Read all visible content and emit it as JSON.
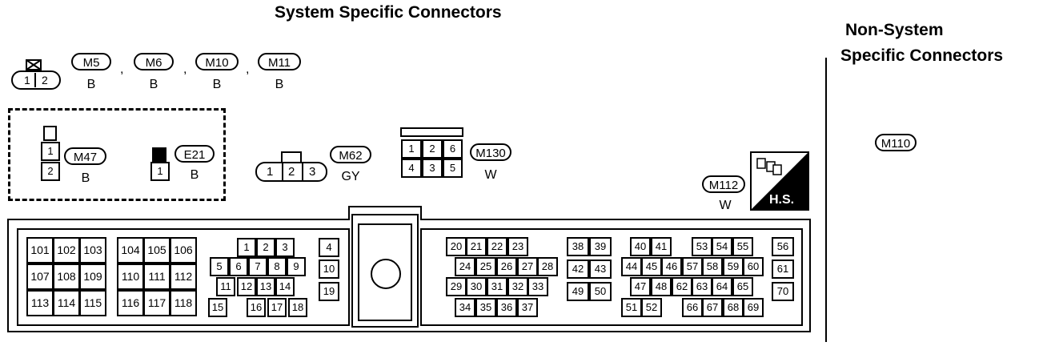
{
  "titles": {
    "system": "System Specific Connectors",
    "non_system_line1": "Non-System",
    "non_system_line2": "Specific Connectors"
  },
  "top_connector_pins": [
    "1",
    "2"
  ],
  "top_row": [
    {
      "id": "M5",
      "color": "B"
    },
    {
      "id": "M6",
      "color": "B"
    },
    {
      "id": "M10",
      "color": "B"
    },
    {
      "id": "M11",
      "color": "B"
    }
  ],
  "separator": ",",
  "m47": {
    "id": "M47",
    "color": "B",
    "pins": [
      "1",
      "2"
    ]
  },
  "e21": {
    "id": "E21",
    "color": "B",
    "pins": [
      "1"
    ]
  },
  "m62": {
    "id": "M62",
    "color": "GY",
    "pins": [
      "1",
      "2",
      "3"
    ]
  },
  "m130": {
    "id": "M130",
    "color": "W",
    "pins": [
      "1",
      "2",
      "6",
      "4",
      "3",
      "5"
    ]
  },
  "m112": {
    "id": "M112",
    "color": "W"
  },
  "hs_label": "H.S.",
  "m110": {
    "id": "M110"
  },
  "ecm_pins": {
    "blockA": [
      "101",
      "102",
      "103",
      "107",
      "108",
      "109",
      "113",
      "114",
      "115"
    ],
    "blockB": [
      "104",
      "105",
      "106",
      "110",
      "111",
      "112",
      "116",
      "117",
      "118"
    ],
    "blockC": [
      "1",
      "2",
      "3",
      "5",
      "6",
      "7",
      "8",
      "9",
      "11",
      "12",
      "13",
      "14",
      "15",
      "16",
      "17",
      "18"
    ],
    "blockD": [
      "4",
      "10",
      "19"
    ],
    "blockE": [
      "20",
      "21",
      "22",
      "23",
      "24",
      "25",
      "26",
      "27",
      "28",
      "29",
      "30",
      "31",
      "32",
      "33",
      "34",
      "35",
      "36",
      "37"
    ],
    "blockF": [
      "38",
      "39",
      "42",
      "43",
      "49",
      "50"
    ],
    "blockG": [
      "40",
      "41",
      "53",
      "54",
      "55",
      "44",
      "45",
      "46",
      "57",
      "58",
      "59",
      "60",
      "47",
      "48",
      "62",
      "63",
      "64",
      "65",
      "51",
      "52",
      "66",
      "67",
      "68",
      "69"
    ],
    "blockH": [
      "56",
      "61",
      "70"
    ]
  }
}
